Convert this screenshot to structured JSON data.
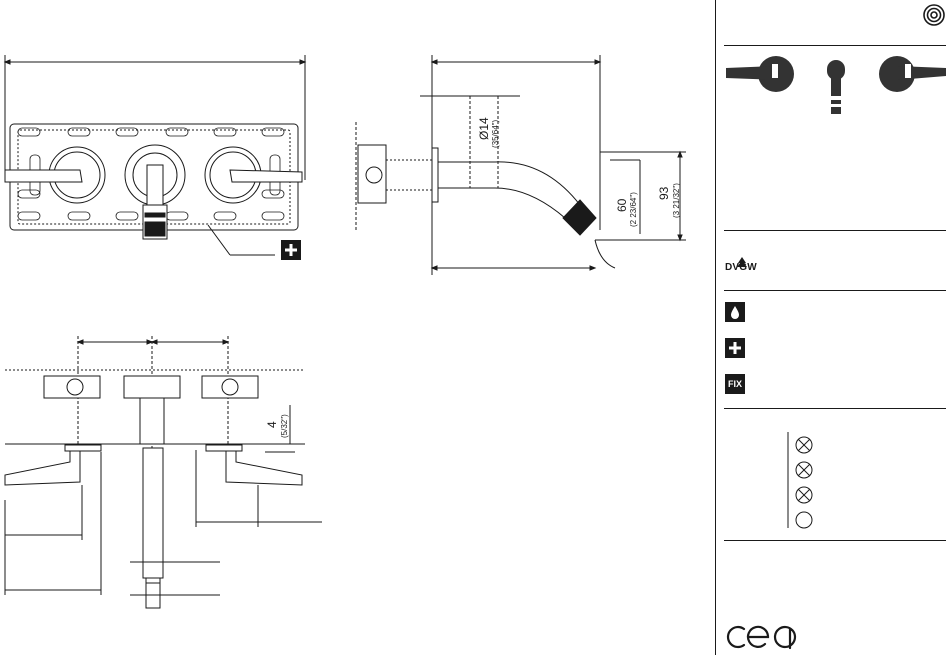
{
  "drawing": {
    "side_view": {
      "dim_diameter": "Ø14",
      "dim_diameter_in": "(35/64\")",
      "dim_height_60": "60",
      "dim_height_60_in": "(2 23/64\")",
      "dim_height_93": "93",
      "dim_height_93_in": "(3 21/32\")"
    },
    "plan_view": {
      "dim_depth": "4",
      "dim_depth_in": "(5/32\")"
    }
  },
  "sidebar": {
    "brand": "cea",
    "certification": "DVGW",
    "icons": [
      {
        "icon": "water-drop-icon"
      },
      {
        "icon": "plus-icon",
        "label": "+"
      },
      {
        "icon": "fix-icon",
        "label": "FIX"
      }
    ]
  }
}
